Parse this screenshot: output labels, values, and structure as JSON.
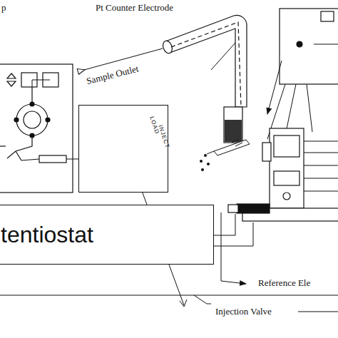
{
  "diagram": {
    "nodes": [
      {
        "text": [
          "LOAD",
          "INJECT"
        ]
      },
      {
        "text": [
          "tentiostat"
        ]
      }
    ],
    "labels": [
      "p",
      "Pt Counter Electrode",
      "Sample Outlet",
      "Reference Ele",
      "Injection Valve"
    ]
  }
}
